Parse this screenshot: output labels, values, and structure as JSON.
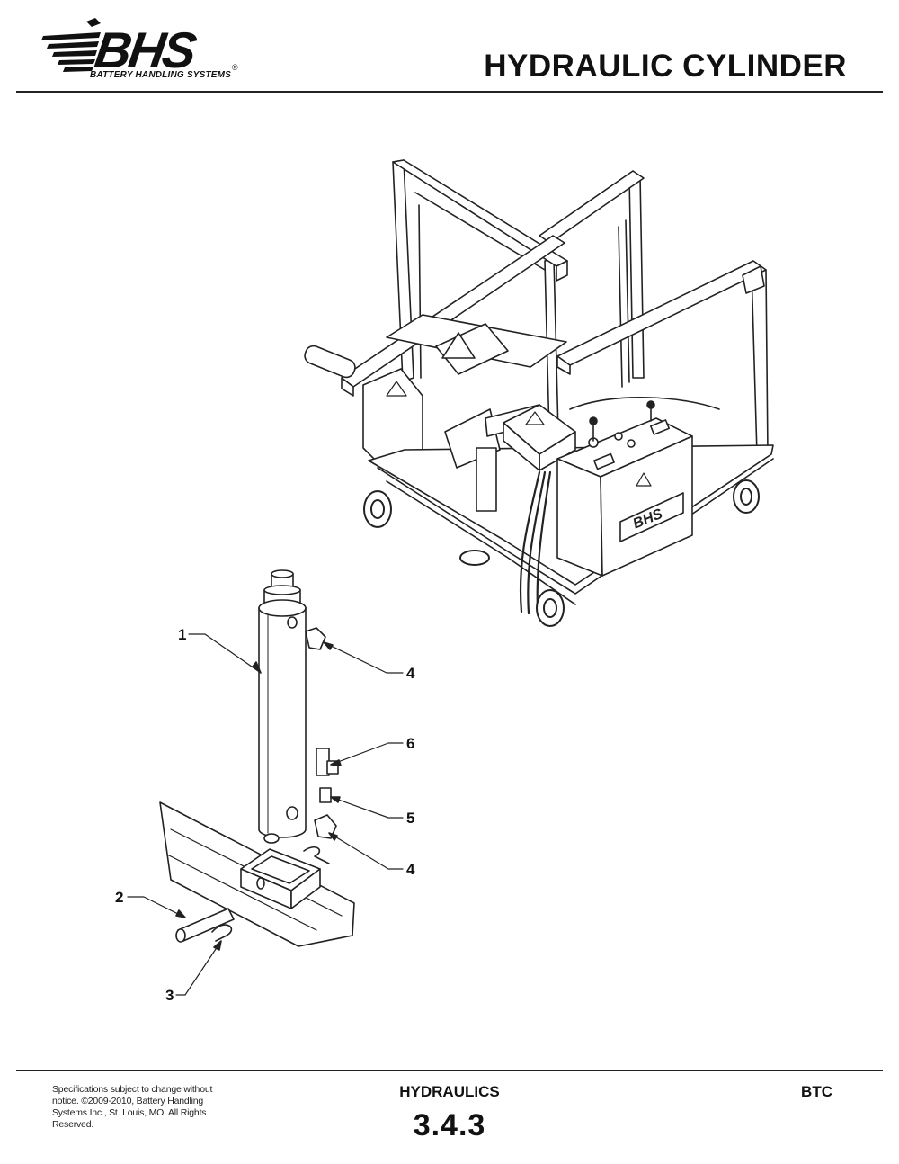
{
  "header": {
    "logo_text": "BHS",
    "logo_registered": "®",
    "logo_subtitle": "BATTERY HANDLING SYSTEMS",
    "title": "HYDRAULIC CYLINDER"
  },
  "illustration": {
    "cart_logo_text": "BHS",
    "callouts": [
      {
        "label": "1"
      },
      {
        "label": "4"
      },
      {
        "label": "6"
      },
      {
        "label": "5"
      },
      {
        "label": "4"
      },
      {
        "label": "2"
      },
      {
        "label": "3"
      }
    ]
  },
  "footer": {
    "note": "Specifications subject to change without notice. ©2009-2010, Battery Handling Systems Inc., St. Louis, MO. All Rights Reserved.",
    "section": "HYDRAULICS",
    "model": "BTC",
    "page_number": "3.4.3"
  }
}
